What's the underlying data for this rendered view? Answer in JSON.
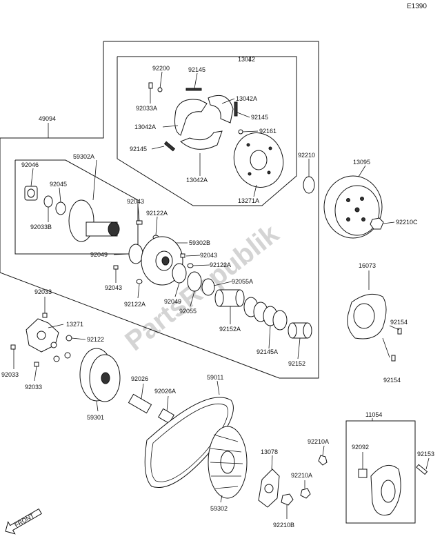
{
  "diagram_code": "E1390",
  "watermark": "PartsRepublik",
  "front_label": "FRONT",
  "part_numbers": {
    "p49094": "49094",
    "p13042": "13042",
    "p92200": "92200",
    "p92145_top": "92145",
    "p13042A_1": "13042A",
    "p92033A": "92033A",
    "p92145_r": "92145",
    "p13042A_2": "13042A",
    "p92161": "92161",
    "p92145_l": "92145",
    "p92210": "92210",
    "p13042A_3": "13042A",
    "p13271A": "13271A",
    "p13095": "13095",
    "p92210C": "92210C",
    "p59302A": "59302A",
    "p92046": "92046",
    "p92045": "92045",
    "p92033B": "92033B",
    "p92043_a": "92043",
    "p92122A_a": "92122A",
    "p59302B": "59302B",
    "p92049_a": "92049",
    "p92043_b": "92043",
    "p92122A_b": "92122A",
    "p92043_c": "92043",
    "p92055A": "92055A",
    "p92122A_c": "92122A",
    "p92049_b": "92049",
    "p92055": "92055",
    "p92152A": "92152A",
    "p16073": "16073",
    "p92154_a": "92154",
    "p92145A": "92145A",
    "p92152": "92152",
    "p92154_b": "92154",
    "p92033_top": "92033",
    "p13271": "13271",
    "p92122": "92122",
    "p92033_l": "92033",
    "p92033_b": "92033",
    "p92026": "92026",
    "p92026A": "92026A",
    "p59011": "59011",
    "p59301": "59301",
    "p11054": "11054",
    "p92210A_a": "92210A",
    "p13078": "13078",
    "p92092": "92092",
    "p92153": "92153",
    "p92210A_b": "92210A",
    "p59302": "59302",
    "p92210B": "92210B"
  }
}
